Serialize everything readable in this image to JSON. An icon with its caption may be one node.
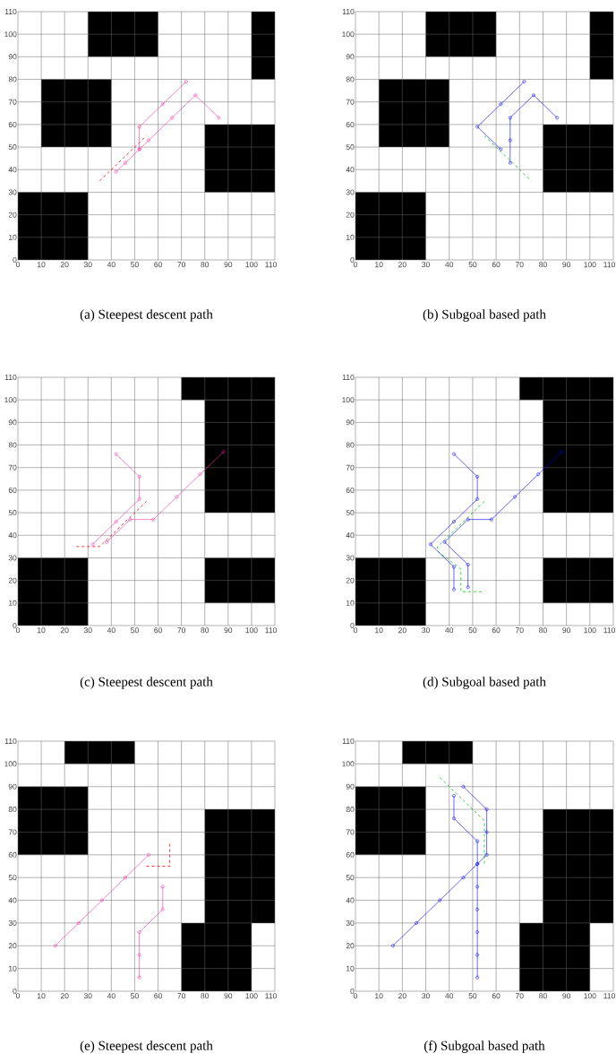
{
  "diagram": {
    "labels": [
      "110",
      "100",
      "90",
      "80",
      "70",
      "60",
      "50",
      "40",
      "30",
      "20",
      "10",
      "0",
      "0",
      "10",
      "20",
      "30",
      "40",
      "50",
      "60",
      "70",
      "80",
      "90",
      "100",
      "110",
      "110",
      "100",
      "90",
      "80",
      "70",
      "60",
      "50",
      "40",
      "30",
      "20",
      "10",
      "0",
      "0",
      "10",
      "20",
      "30",
      "40",
      "50",
      "60",
      "70",
      "80",
      "90",
      "100",
      "110",
      "110",
      "100",
      "90",
      "80",
      "70",
      "60",
      "50",
      "40",
      "30",
      "20",
      "10",
      "0",
      "0",
      "10",
      "20",
      "30",
      "40",
      "50",
      "60",
      "70",
      "80",
      "90",
      "100",
      "110",
      "110",
      "100",
      "90",
      "80",
      "70",
      "60",
      "50",
      "40",
      "30",
      "20",
      "10",
      "0",
      "0",
      "10",
      "20",
      "30",
      "40",
      "50",
      "60",
      "70",
      "80",
      "90",
      "100",
      "110",
      "110",
      "100",
      "90",
      "80",
      "70",
      "60",
      "50",
      "40",
      "30",
      "20",
      "10",
      "0",
      "0",
      "10",
      "20",
      "30",
      "40",
      "50",
      "60",
      "70",
      "80",
      "90",
      "100",
      "110",
      "110",
      "100",
      "90",
      "80",
      "70",
      "60",
      "50",
      "40",
      "30",
      "20",
      "10",
      "0",
      "0",
      "10",
      "20",
      "30",
      "40",
      "50",
      "60",
      "70",
      "80",
      "90",
      "100",
      "110",
      "(a)  Steepest descent path",
      "(b)  Subgoal based path",
      "(c)  Steepest descent path",
      "(d)  Subgoal based path",
      "(e)  Steepest descent path",
      "(f)  Subgoal based path"
    ]
  }
}
